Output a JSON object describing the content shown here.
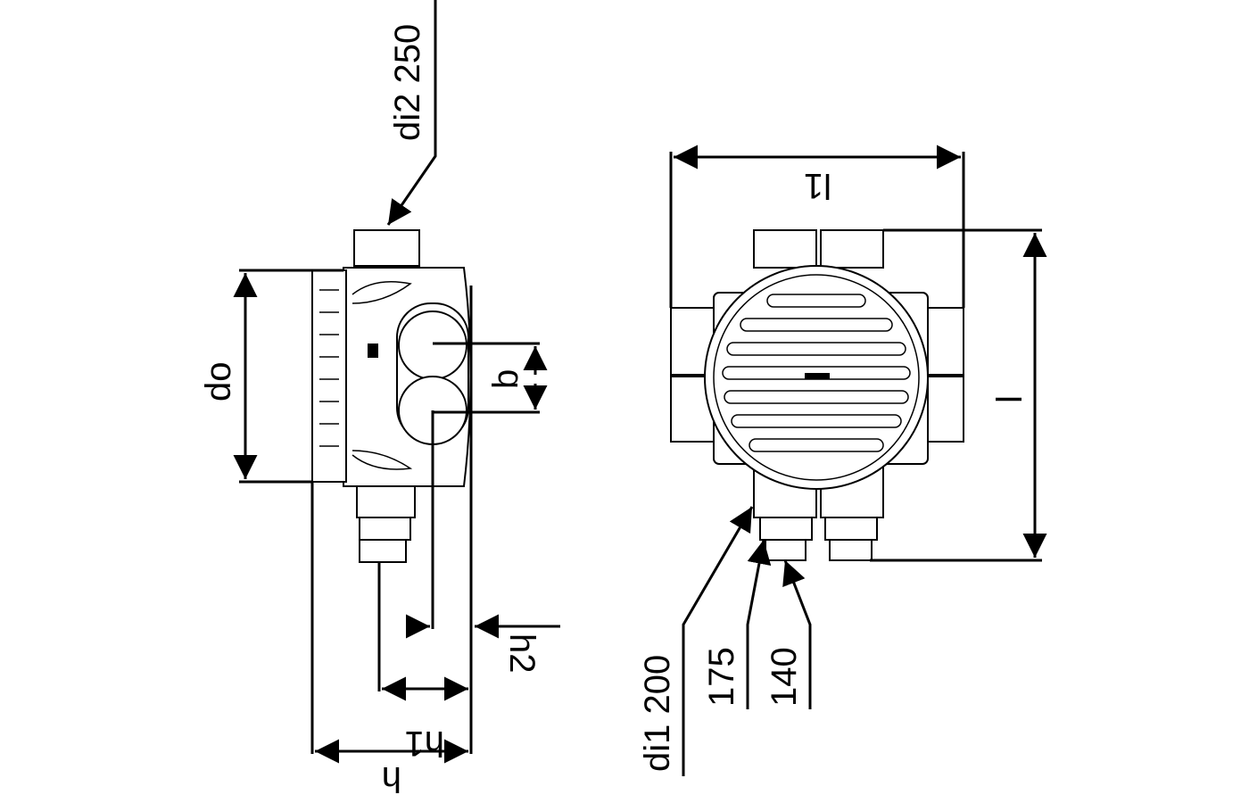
{
  "labels": {
    "di2": "di2 250",
    "do": "do",
    "b": "b",
    "h2": "h2",
    "h1": "h1",
    "h": "h",
    "l1": "l1",
    "l": "l",
    "di1": "di1 200",
    "d175": "175",
    "d140": "140"
  }
}
